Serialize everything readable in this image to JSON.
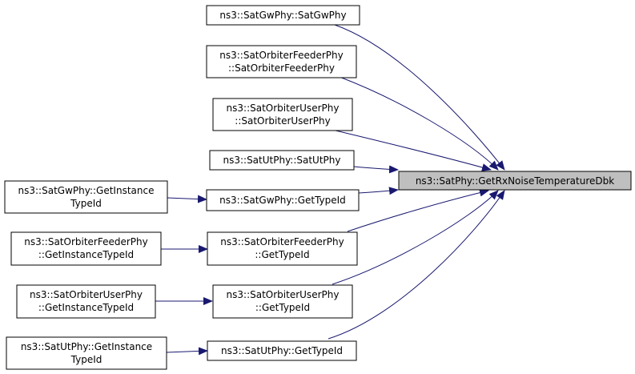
{
  "target": {
    "lines": [
      "ns3::SatPhy::GetRxNoiseTemperatureDbk"
    ]
  },
  "callers": [
    {
      "id": "satgwphy_ctor",
      "lines": [
        "ns3::SatGwPhy::SatGwPhy"
      ]
    },
    {
      "id": "satorbiterfeederphy_ctor",
      "lines": [
        "ns3::SatOrbiterFeederPhy",
        "::SatOrbiterFeederPhy"
      ]
    },
    {
      "id": "satorbiteruserphy_ctor",
      "lines": [
        "ns3::SatOrbiterUserPhy",
        "::SatOrbiterUserPhy"
      ]
    },
    {
      "id": "satutphy_ctor",
      "lines": [
        "ns3::SatUtPhy::SatUtPhy"
      ]
    },
    {
      "id": "satgwphy_gettypeid",
      "lines": [
        "ns3::SatGwPhy::GetTypeId"
      ]
    },
    {
      "id": "satorbiterfeederphy_gettypeid",
      "lines": [
        "ns3::SatOrbiterFeederPhy",
        "::GetTypeId"
      ]
    },
    {
      "id": "satorbiteruserphy_gettypeid",
      "lines": [
        "ns3::SatOrbiterUserPhy",
        "::GetTypeId"
      ]
    },
    {
      "id": "satutphy_gettypeid",
      "lines": [
        "ns3::SatUtPhy::GetTypeId"
      ]
    }
  ],
  "second_level_callers": [
    {
      "id": "satgwphy_getinstancetypeid",
      "lines": [
        "ns3::SatGwPhy::GetInstance",
        "TypeId"
      ],
      "calls": "satgwphy_gettypeid"
    },
    {
      "id": "satorbiterfeederphy_getinstancetypeid",
      "lines": [
        "ns3::SatOrbiterFeederPhy",
        "::GetInstanceTypeId"
      ],
      "calls": "satorbiterfeederphy_gettypeid"
    },
    {
      "id": "satorbiteruserphy_getinstancetypeid",
      "lines": [
        "ns3::SatOrbiterUserPhy",
        "::GetInstanceTypeId"
      ],
      "calls": "satorbiteruserphy_gettypeid"
    },
    {
      "id": "satutphy_getinstancetypeid",
      "lines": [
        "ns3::SatUtPhy::GetInstance",
        "TypeId"
      ],
      "calls": "satutphy_gettypeid"
    }
  ],
  "colors": {
    "edge": "#191970",
    "target_fill": "#bfbfbf",
    "node_fill": "#ffffff",
    "node_border": "#000000"
  }
}
